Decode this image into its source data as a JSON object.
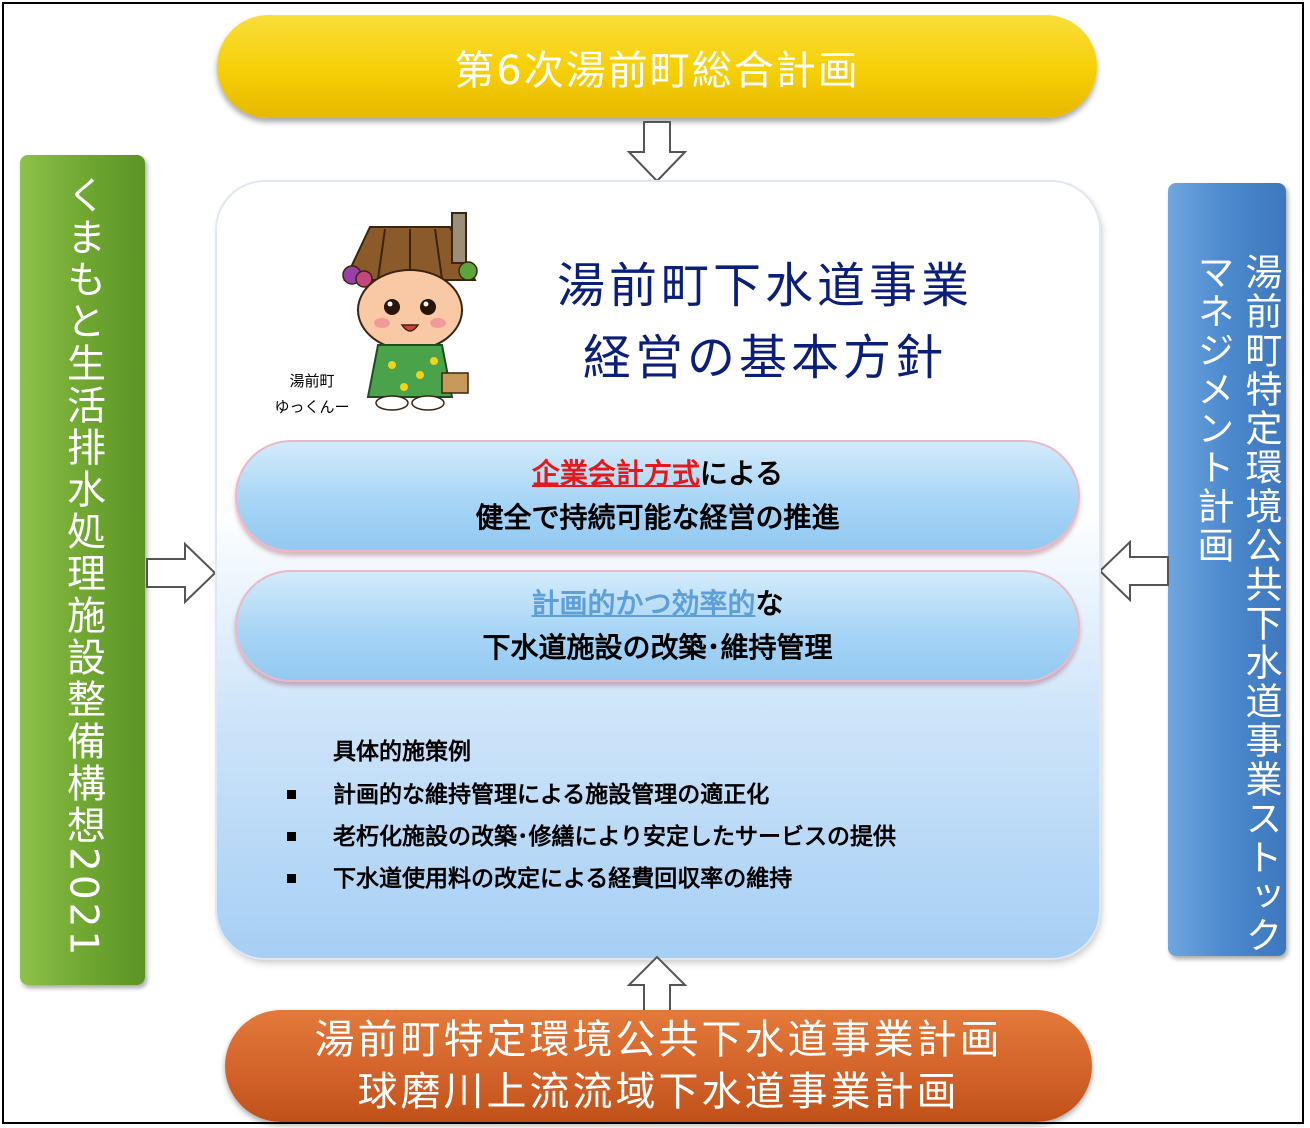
{
  "top_plan": "第6次湯前町総合計画",
  "bottom_plans": [
    "湯前町特定環境公共下水道事業計画",
    "球磨川上流流域下水道事業計画"
  ],
  "left_plan": "くまもと生活排水処理施設整備構想2021",
  "right_plan": "湯前町特定環境公共下水道事業ストックマネジメント計画",
  "title_lines": [
    "湯前町下水道事業",
    "経営の基本方針"
  ],
  "mascot_caption": [
    "湯前町",
    "ゆっくんー"
  ],
  "policies": [
    {
      "highlight": "企業会計方式",
      "suffix": "による",
      "line2": "健全で持続可能な経営の推進"
    },
    {
      "highlight": "計画的かつ効率的",
      "suffix": "な",
      "line2": "下水道施設の改築･維持管理"
    }
  ],
  "measures": {
    "heading": "具体的施策例",
    "items": [
      "計画的な維持管理による施設管理の適正化",
      "老朽化施設の改築･修繕により安定したサービスの提供",
      "下水道使用料の改定による経費回収率の維持"
    ]
  },
  "colors": {
    "top": "#f6cf06",
    "bottom": "#d16128",
    "left": "#70a832",
    "right": "#4c89cd",
    "title": "#0b1f7a",
    "highlight_red": "#e5191c",
    "highlight_blue": "#5e9fd8"
  }
}
